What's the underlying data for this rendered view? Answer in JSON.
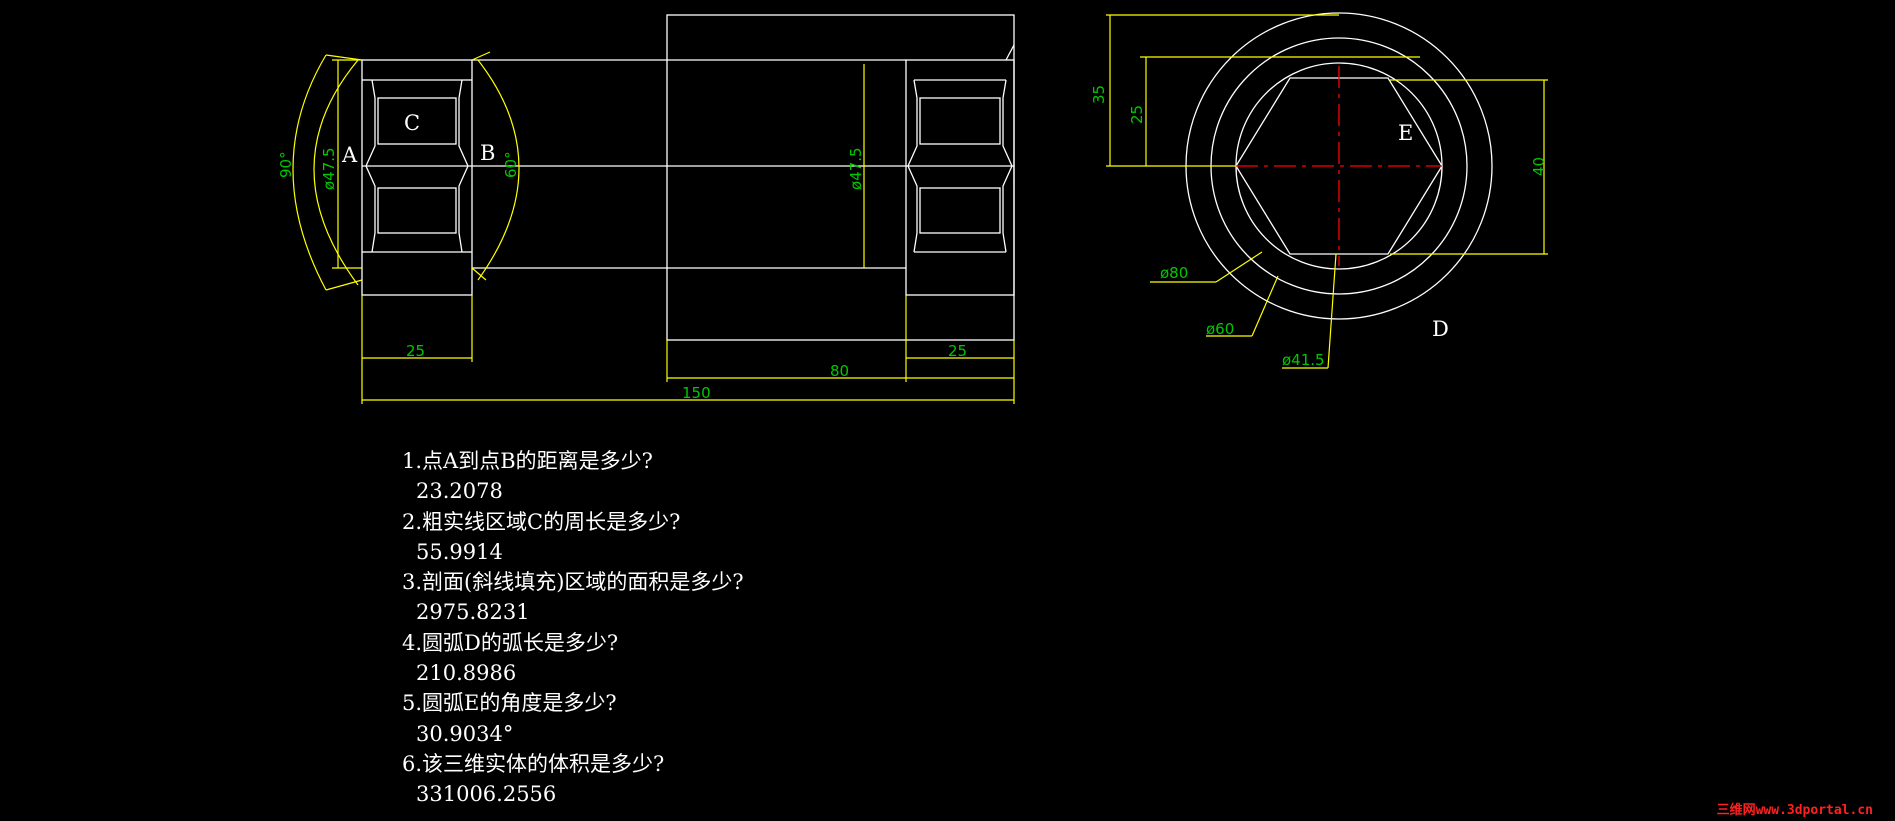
{
  "front_view": {
    "label_a": "A",
    "label_b": "B",
    "label_c": "C",
    "dim_dia_left": "ø47.5",
    "dim_dia_center": "ø47.5",
    "dim_angle_90": "90°",
    "dim_angle_60": "60°",
    "dim_25_left": "25",
    "dim_25_right": "25",
    "dim_80": "80",
    "dim_150": "150"
  },
  "side_view": {
    "label_d": "D",
    "label_e": "E",
    "dim_35": "35",
    "dim_25": "25",
    "dim_40": "40",
    "dim_dia_80": "ø80",
    "dim_dia_60": "ø60",
    "dim_dia_41_5": "ø41.5"
  },
  "qa": [
    {
      "question": "1.点A到点B的距离是多少?",
      "answer": "23.2078"
    },
    {
      "question": "2.粗实线区域C的周长是多少?",
      "answer": "55.9914"
    },
    {
      "question": "3.剖面(斜线填充)区域的面积是多少?",
      "answer": "2975.8231"
    },
    {
      "question": "4.圆弧D的弧长是多少?",
      "answer": "210.8986"
    },
    {
      "question": "5.圆弧E的角度是多少?",
      "answer": "30.9034°"
    },
    {
      "question": "6.该三维实体的体积是多少?",
      "answer": "331006.2556"
    }
  ],
  "watermark": "三维网www.3dportal.cn"
}
